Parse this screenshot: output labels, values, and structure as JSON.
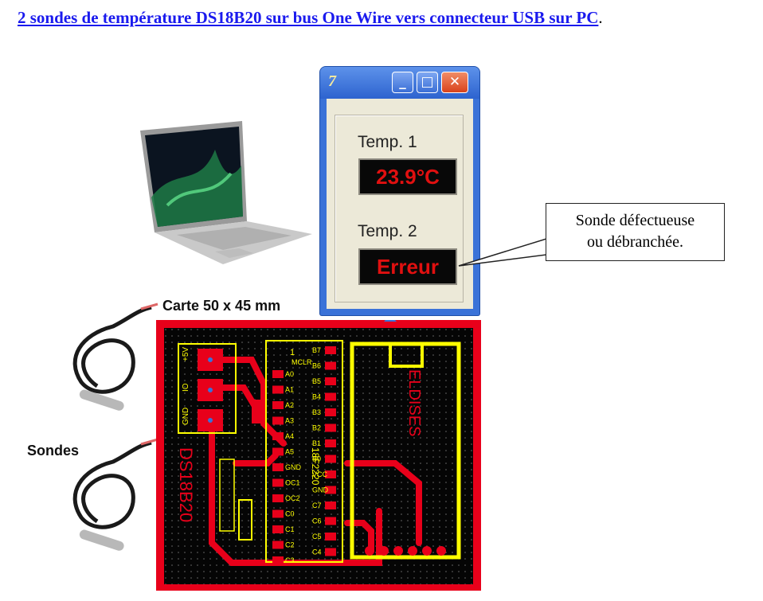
{
  "heading": {
    "link_text": "2 sondes de température DS18B20 sur bus One Wire vers connecteur USB sur PC",
    "trailing": "."
  },
  "window": {
    "logo": "7",
    "minimize": "_",
    "maximize": "□",
    "close": "✕",
    "temp1_label": "Temp. 1",
    "temp1_value": "23.9°C",
    "temp2_label": "Temp. 2",
    "temp2_value": "Erreur",
    "readout_color": "#e01010"
  },
  "callout": {
    "line1": "Sonde défectueuse",
    "line2": "ou débranchée."
  },
  "labels": {
    "board": "Carte 50 x 45 mm",
    "probes": "Sondes"
  },
  "pcb": {
    "left_connector": [
      "+5V",
      "IO",
      "GND"
    ],
    "chip": "18F2220",
    "pin1": "1",
    "mclr": "MCLR",
    "pins_left": [
      "A0",
      "A1",
      "A2",
      "A3",
      "A4",
      "A5",
      "GND",
      "OC1",
      "OC2",
      "C0",
      "C1",
      "C2",
      "C3"
    ],
    "pins_right": [
      "B7",
      "B6",
      "B5",
      "B4",
      "B3",
      "B2",
      "B1",
      "B0",
      "VCC",
      "GND",
      "C7",
      "C6",
      "C5",
      "C4"
    ],
    "vertical_left": "DS18B20",
    "vertical_right": "ELDISES",
    "board_color": "#e8001a",
    "silk_color": "#ffff00"
  },
  "colors": {
    "heading_link": "#1a1aee",
    "window_frame": "#3a72d8"
  }
}
